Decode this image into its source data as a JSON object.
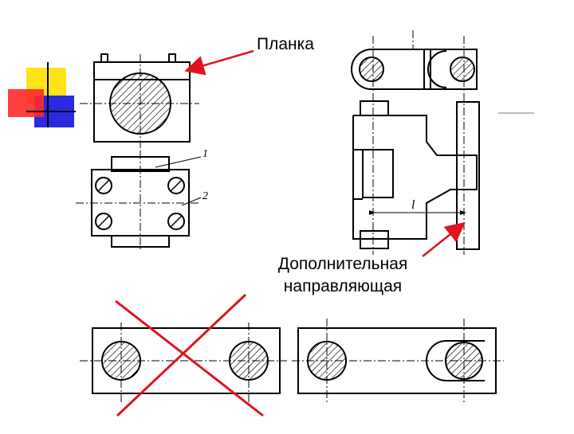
{
  "labels": {
    "planka": "Планка",
    "guide_line1": "Дополнительная",
    "guide_line2": "направляющая"
  },
  "drawing_marks": {
    "leader_1": "1",
    "leader_2": "2",
    "dimension_l": "l"
  },
  "colors": {
    "line": "#000000",
    "hatch": "#000000",
    "accent_arrow": "#e0141e",
    "cross": "#e0141e",
    "deco_yellow": "#ffe21a",
    "deco_red": "#ff2a2a",
    "deco_blue": "#2a2ae0",
    "rule_gray": "#808080"
  }
}
